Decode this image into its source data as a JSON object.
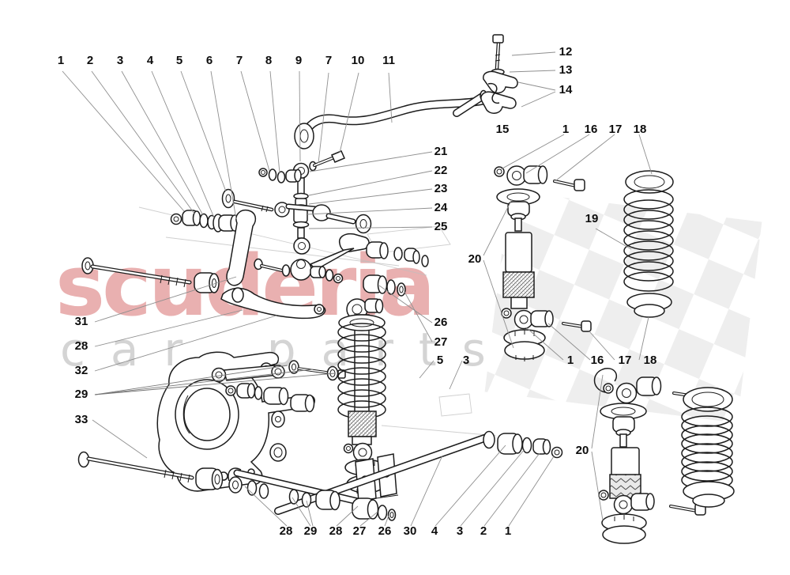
{
  "watermark": {
    "brand": "scuderia",
    "subtext": "car parts",
    "brand_color": "#cc4444",
    "subtext_color": "#d4d4d4",
    "flag_color": "#dcdcdc"
  },
  "colors": {
    "line": "#1c1c1c",
    "label": "#0d0d0d",
    "leader": "#8f8f8f",
    "background": "#ffffff"
  },
  "labels": {
    "top_row": [
      "1",
      "2",
      "3",
      "4",
      "5",
      "6",
      "7",
      "8",
      "9",
      "7",
      "10",
      "11"
    ],
    "clamp_stack": [
      "12",
      "13",
      "14"
    ],
    "clamp_base": "15",
    "shock1_top_row": [
      "1",
      "16",
      "17",
      "18"
    ],
    "spring1": "19",
    "shock_group_upper": "20",
    "link_stack": [
      "21",
      "22",
      "23",
      "24",
      "25"
    ],
    "right_mid": [
      "26",
      "27"
    ],
    "bolt_washer": [
      "5",
      "3"
    ],
    "shock1_bottom_row": [
      "1",
      "16",
      "17",
      "18"
    ],
    "left_col": [
      "31",
      "28",
      "32",
      "29",
      "33"
    ],
    "bottom_row": [
      "28",
      "29",
      "28",
      "27",
      "26",
      "30",
      "4",
      "3",
      "2",
      "1"
    ],
    "shock_group_lower": "20"
  }
}
